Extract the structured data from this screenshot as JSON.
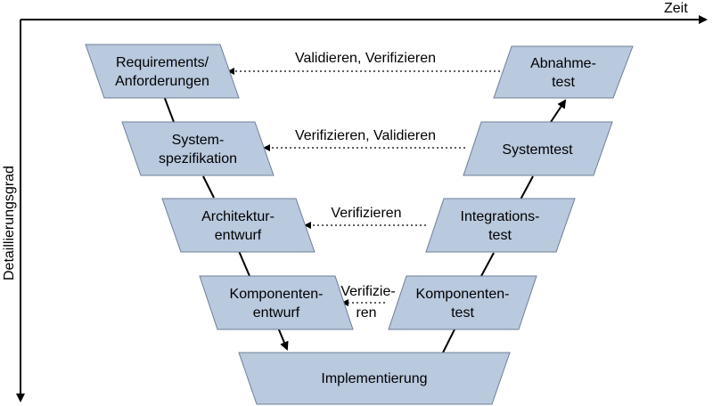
{
  "colors": {
    "box_fill": "#b9c9de",
    "box_stroke": "#6e7f95",
    "line": "#000000",
    "dotted": "#000000"
  },
  "axes": {
    "time_label": "Zeit",
    "detail_label": "Detaillierungsgrad"
  },
  "boxes": {
    "requirements": {
      "line1": "Requirements/",
      "line2": "Anforderungen"
    },
    "system_spec": {
      "line1": "System-",
      "line2": "spezifikation"
    },
    "architecture": {
      "line1": "Architektur-",
      "line2": "entwurf"
    },
    "component_design": {
      "line1": "Komponenten-",
      "line2": "entwurf"
    },
    "implementation": {
      "line1": "Implementierung"
    },
    "component_test": {
      "line1": "Komponenten-",
      "line2": "test"
    },
    "integration_test": {
      "line1": "Integrations-",
      "line2": "test"
    },
    "system_test": {
      "line1": "Systemtest"
    },
    "acceptance_test": {
      "line1": "Abnahme-",
      "line2": "test"
    }
  },
  "relations": {
    "r1": "Validieren, Verifizieren",
    "r2": "Verifizieren, Validieren",
    "r3": "Verifizieren",
    "r4a": "Verifizie-",
    "r4b": "ren"
  }
}
